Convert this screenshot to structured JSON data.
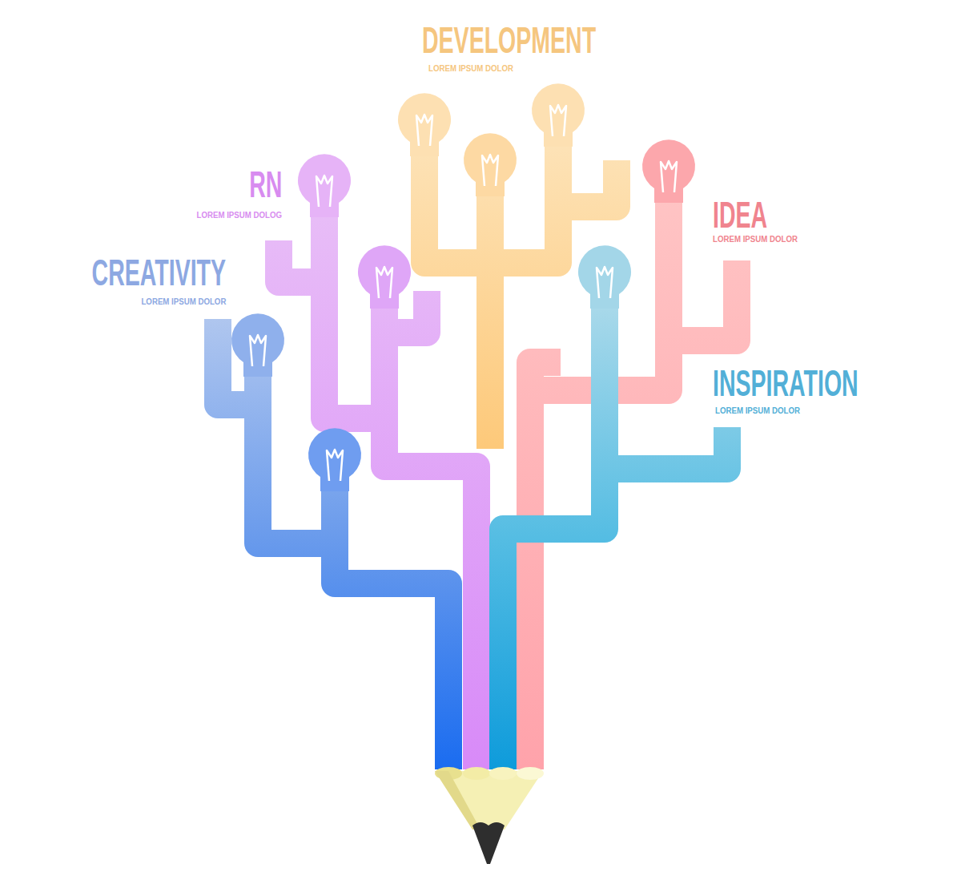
{
  "diagram": {
    "labels": [
      "DEVELOPMENT",
      "LOREM IPSUM DOLOR",
      "RN",
      "LOREM IPSUM DOLOG",
      "IDEA",
      "LOREM IPSUM DOLOR",
      "CREATIVITY",
      "LOREM IPSUM DOLOR",
      "INSPIRATION",
      "LOREM IPSUM DOLOR"
    ]
  }
}
